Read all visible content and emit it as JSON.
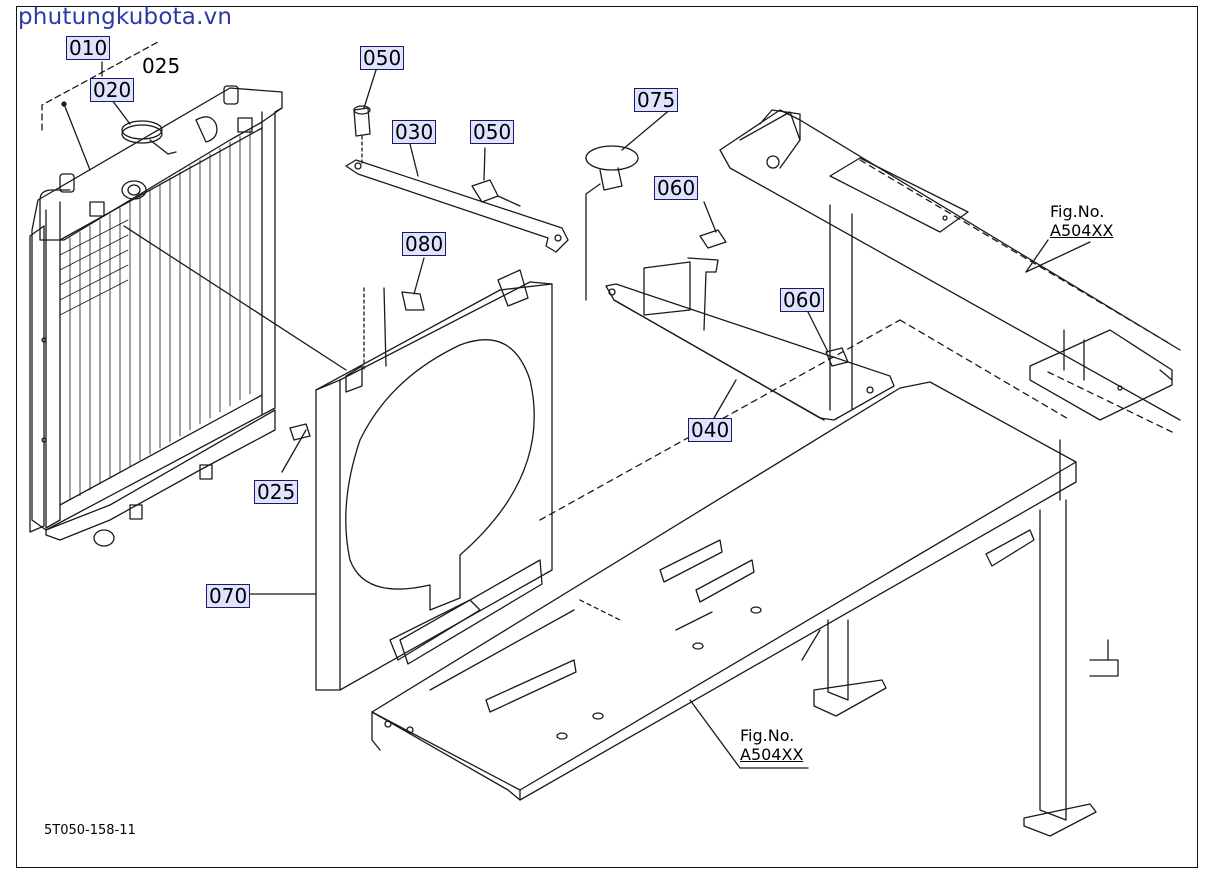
{
  "watermark": "phutungkubota.vn",
  "callouts": {
    "c010": "010",
    "c020": "020",
    "c025_top": "025",
    "c050_a": "050",
    "c030": "030",
    "c050_b": "050",
    "c075": "075",
    "c060_a": "060",
    "c080": "080",
    "c060_b": "060",
    "c040": "040",
    "c025": "025",
    "c070": "070"
  },
  "fig_refs": {
    "upper": {
      "label": "Fig.No.",
      "code": "A504XX"
    },
    "lower": {
      "label": "Fig.No.",
      "code": "A504XX"
    }
  },
  "drawing_code": "5T050-158-11",
  "colors": {
    "line": "#1a1a1a",
    "callout_bg": "#dfe3ff",
    "callout_border": "#1a1a60",
    "watermark": "#2b3aa8"
  }
}
